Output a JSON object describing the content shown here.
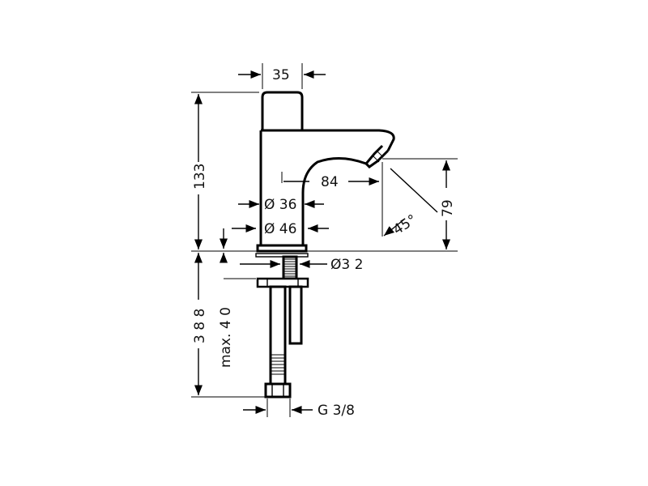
{
  "dimensions": {
    "top_width": "35",
    "body_height": "133",
    "spout_reach": "84",
    "inner_diameter": "Ø 36",
    "outer_diameter": "Ø 46",
    "spout_height": "79",
    "spout_angle": "45°",
    "shank_diameter": "Ø3 2",
    "shank_length": "3 8 8",
    "max_thickness": "max. 4 0",
    "connection_thread": "G 3/8"
  },
  "colors": {
    "line": "#000000",
    "background": "#ffffff"
  }
}
